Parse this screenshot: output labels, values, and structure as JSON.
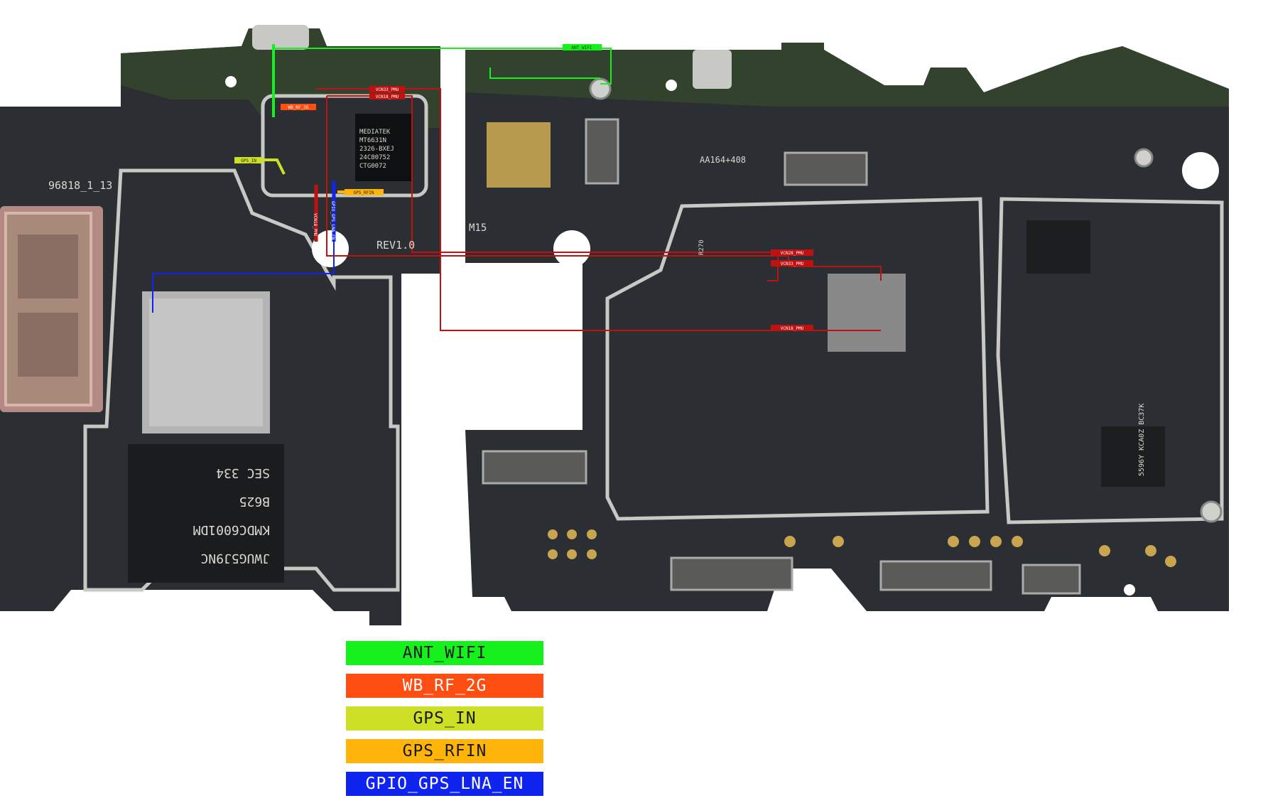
{
  "board": {
    "labels": {
      "board_id": "96818_1_13",
      "revision": "REV1.0",
      "m15": "M15",
      "aa_code": "AA164+408",
      "cpu_marking_1": "MEDIATEK",
      "cpu_marking_2": "MT6631N",
      "cpu_marking_3": "2326-BXEJ",
      "cpu_marking_4": "24C80752",
      "cpu_marking_5": "CTG0072",
      "emmc_marking_1": "JWUG5J9NC",
      "emmc_marking_2": "KMDC6001DM",
      "emmc_marking_3": "B625",
      "emmc_marking_4": "SEC 334",
      "chip_marking": "5596Y KCA0Z BC37K",
      "cap_marking": "R270"
    },
    "net_tags": {
      "ant_wifi": "ANT_WIFI",
      "wb_rf_2g": "WB_RF_2G",
      "gps_in": "GPS_IN",
      "gps_rfin": "GPS_RFIN",
      "vcn33_pmu": "VCN33_PMU",
      "vcn18_pmu": "VCN18_PMU",
      "vcn28_pmu": "VCN28_PMU",
      "vcn33_pmu_2": "VCN33_PMU",
      "vcn18_pmu_2": "VCN18_PMU",
      "vcn18_vert": "VCN18_PMU",
      "gpio_vert": "GPIO_GPS_LNA_EN"
    }
  },
  "legend": [
    {
      "label": "ANT_WIFI",
      "color": "#16f01c"
    },
    {
      "label": "WB_RF_2G",
      "color": "#ff4e12"
    },
    {
      "label": "GPS_IN",
      "color": "#cde026"
    },
    {
      "label": "GPS_RFIN",
      "color": "#ffb40a"
    },
    {
      "label": "GPIO_GPS_LNA_EN",
      "color": "#1024f0"
    }
  ],
  "colors": {
    "pcb": "#2b2f33",
    "pcb_green": "#34452c",
    "shield": "#c8c8c4",
    "trace_red": "#c01010"
  }
}
